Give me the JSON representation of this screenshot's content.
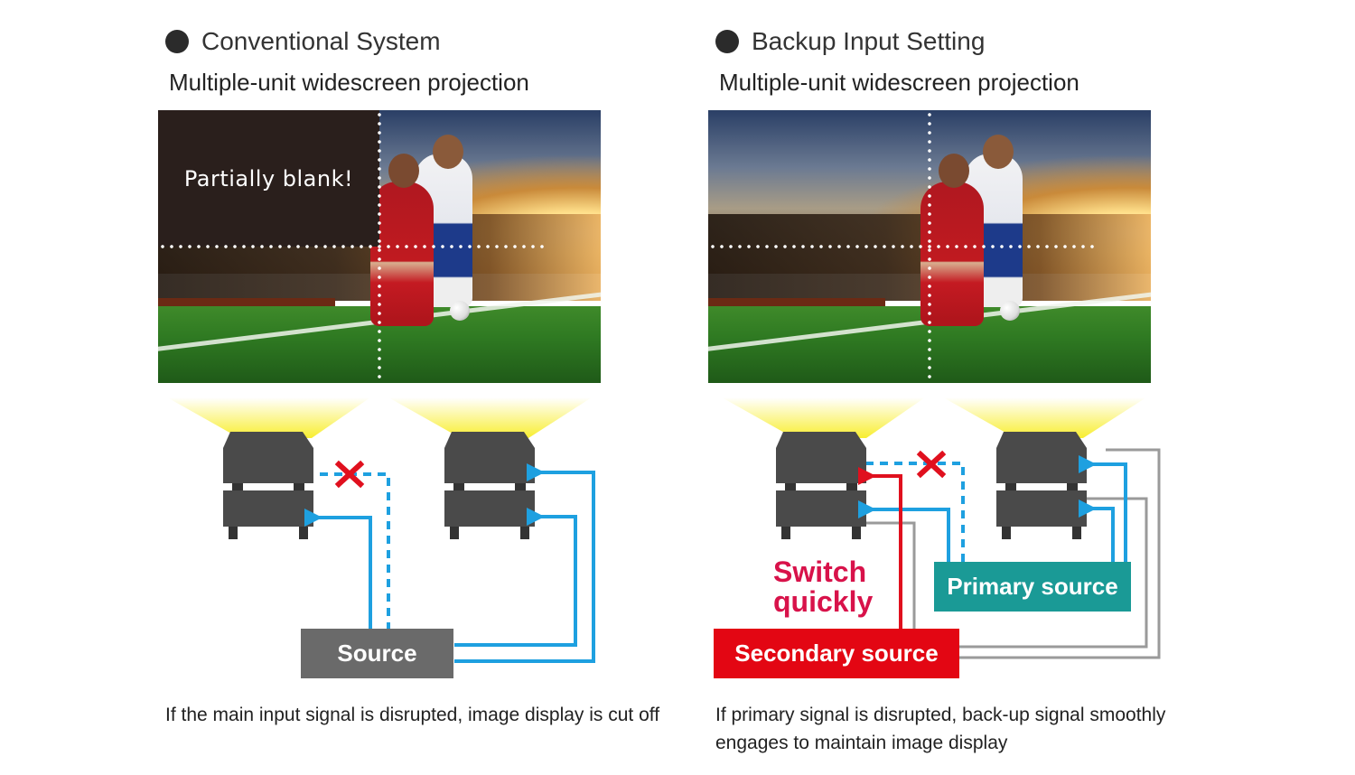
{
  "left": {
    "heading": "Conventional System",
    "subheading": "Multiple-unit widescreen projection",
    "screen_overlay": "Partially blank!",
    "source_label": "Source",
    "caption": "If the main input signal is disrupted, image display is cut off"
  },
  "right": {
    "heading": "Backup Input Setting",
    "subheading": "Multiple-unit widescreen projection",
    "switch_label_line1": "Switch",
    "switch_label_line2": "quickly",
    "primary_label": "Primary source",
    "secondary_label": "Secondary source",
    "caption": "If primary signal is disrupted, back-up signal smoothly engages to maintain image display"
  },
  "icons": {
    "bullet": "filled-circle",
    "projector": "projector-icon",
    "disconnected": "red-x-icon"
  },
  "colors": {
    "signal_blue": "#1ea0e0",
    "switch_red": "#e0101e",
    "primary_teal": "#1a9a96",
    "secondary_red": "#e30613",
    "source_gray": "#6a6a6a",
    "projector_gray": "#4a4a4a",
    "cable_gray": "#9a9a9a",
    "beam_yellow": "#f8ee30",
    "switch_text": "#d8124a"
  }
}
